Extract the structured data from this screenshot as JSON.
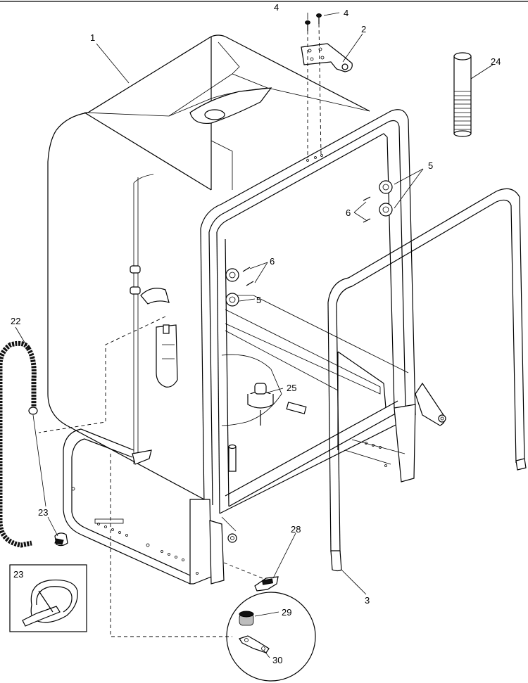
{
  "diagram": {
    "callouts": [
      {
        "id": "c1",
        "text": "1"
      },
      {
        "id": "c2",
        "text": "2"
      },
      {
        "id": "c3",
        "text": "3"
      },
      {
        "id": "c4a",
        "text": "4"
      },
      {
        "id": "c4b",
        "text": "4"
      },
      {
        "id": "c5a",
        "text": "5"
      },
      {
        "id": "c5b",
        "text": "5"
      },
      {
        "id": "c6a",
        "text": "6"
      },
      {
        "id": "c6b",
        "text": "6"
      },
      {
        "id": "c22",
        "text": "22"
      },
      {
        "id": "c23a",
        "text": "23"
      },
      {
        "id": "c23b",
        "text": "23"
      },
      {
        "id": "c24",
        "text": "24"
      },
      {
        "id": "c25",
        "text": "25"
      },
      {
        "id": "c28",
        "text": "28"
      },
      {
        "id": "c29",
        "text": "29"
      },
      {
        "id": "c30",
        "text": "30"
      }
    ]
  }
}
